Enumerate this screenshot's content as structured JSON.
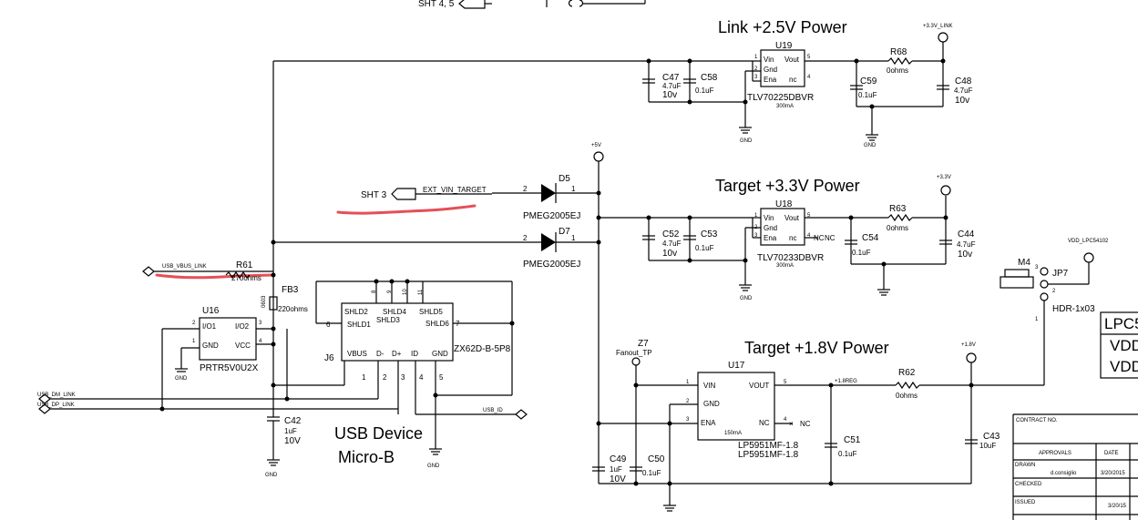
{
  "titles": {
    "link_power": "Link +2.5V Power",
    "target_33": "Target +3.3V Power",
    "target_18": "Target +1.8V Power",
    "usb_device": "USB Device",
    "micro_b": "Micro-B"
  },
  "sheet_refs": {
    "sht45": "SHT 4, 5",
    "sht3": "SHT 3"
  },
  "nets": {
    "ext_vin_target": "EXT_VIN_TARGET",
    "usb_vbus_link": "USB_VBUS_LINK",
    "usb_dm_link": "USB_DM_LINK",
    "usb_dp_link": "USB_DP_LINK",
    "usb_id": "USB_ID",
    "p5v": "+5V",
    "p33_link": "+3.3V_LINK",
    "p33": "+3.3V",
    "p18": "+1.8V",
    "p18reg": "+1.8REG",
    "vdd_lpc": "VDD_LPC54102",
    "gnd": "GND",
    "nc": "NC"
  },
  "u19": {
    "ref": "U19",
    "part": "TLV70225DBVR",
    "cur": "300mA",
    "vin": "Vin",
    "gnd": "Gnd",
    "ena": "Ena",
    "vout": "Vout",
    "nc": "nc",
    "p1": "1",
    "p2": "2",
    "p3": "3",
    "p4": "4",
    "p5": "5"
  },
  "u18": {
    "ref": "U18",
    "part": "TLV70233DBVR",
    "cur": "300mA",
    "vin": "Vin",
    "gnd": "Gnd",
    "ena": "Ena",
    "vout": "Vout",
    "nc": "nc",
    "p1": "1",
    "p2": "2",
    "p3": "3",
    "p4": "4",
    "p5": "5"
  },
  "u17": {
    "ref": "U17",
    "part1": "LP5951MF-1.8",
    "part2": "LP5951MF-1.8",
    "cur": "150mA",
    "vin": "VIN",
    "gnd": "GND",
    "ena": "ENA",
    "vout": "VOUT",
    "nc": "NC",
    "p1": "1",
    "p2": "2",
    "p3": "3",
    "p4": "4",
    "p5": "5"
  },
  "u16": {
    "ref": "U16",
    "part": "PRTR5V0U2X",
    "io1": "I/O1",
    "io2": "I/O2",
    "gnd": "GND",
    "vcc": "VCC",
    "p1": "1",
    "p2": "2",
    "p3": "3",
    "p4": "4"
  },
  "j6": {
    "ref": "J6",
    "part": "ZX62D-B-5P8",
    "vbus": "VBUS",
    "dm": "D-",
    "dp": "D+",
    "id": "ID",
    "gnd": "GND",
    "shld1": "SHLD1",
    "shld2": "SHLD2",
    "shld3": "SHLD3",
    "shld4": "SHLD4",
    "shld5": "SHLD5",
    "shld6": "SHLD6",
    "p1": "1",
    "p2": "2",
    "p3": "3",
    "p4": "4",
    "p5": "5",
    "p6": "6",
    "p7": "7",
    "p8": "8",
    "p9": "9",
    "p10": "10",
    "p11": "11"
  },
  "diodes": {
    "d5": "D5",
    "d7": "D7",
    "part": "PMEG2005EJ",
    "pin1": "1",
    "pin2": "2"
  },
  "caps": {
    "c47": "C47",
    "c47v": "4.7uF",
    "c47r": "10v",
    "c58": "C58",
    "c58v": "0.1uF",
    "c59": "C59",
    "c59v": "0.1uF",
    "c48": "C48",
    "c48v": "4.7uF",
    "c48r": "10v",
    "c52": "C52",
    "c52v": "4.7uF",
    "c52r": "10v",
    "c53": "C53",
    "c53v": "0.1uF",
    "c54": "C54",
    "c54v": "0.1uF",
    "c44": "C44",
    "c44v": "4.7uF",
    "c44r": "10v",
    "c42": "C42",
    "c42v": "1uF",
    "c42r": "10V",
    "c49": "C49",
    "c49v": "1uF",
    "c49r": "10V",
    "c50": "C50",
    "c50v": "0.1uF",
    "c51": "C51",
    "c51v": "0.1uF",
    "c43": "C43",
    "c43v": "10uF"
  },
  "resistors": {
    "r68": "R68",
    "r68v": "0ohms",
    "r63": "R63",
    "r63v": "0ohms",
    "r62": "R62",
    "r62v": "0ohms",
    "r61": "R61",
    "r61v": "270ohms",
    "fb3": "FB3",
    "fb3v": "220ohms",
    "fb3pkg": "0603"
  },
  "misc": {
    "z7": "Z7",
    "z7part": "Fanout_TP",
    "m4": "M4",
    "jp7": "JP7",
    "hdr": "HDR-1x03",
    "jp_p1": "1",
    "jp_p2": "2",
    "jp_p3": "3",
    "lpc_frag": "LPC5",
    "vdd1": "VDD",
    "vdd2": "VDD"
  },
  "titleblock": {
    "contract": "CONTRACT NO.",
    "approvals": "APPROVALS",
    "date": "DATE",
    "drawn": "DRAWN",
    "drawn_name": "d.consiglio",
    "drawn_date": "3/20/2015",
    "checked": "CHECKED",
    "issued": "ISSUED",
    "issued_date": "3/20/15"
  },
  "colors": {
    "wire": "#000000",
    "annotation": "#e0303a",
    "background": "#ffffff"
  }
}
